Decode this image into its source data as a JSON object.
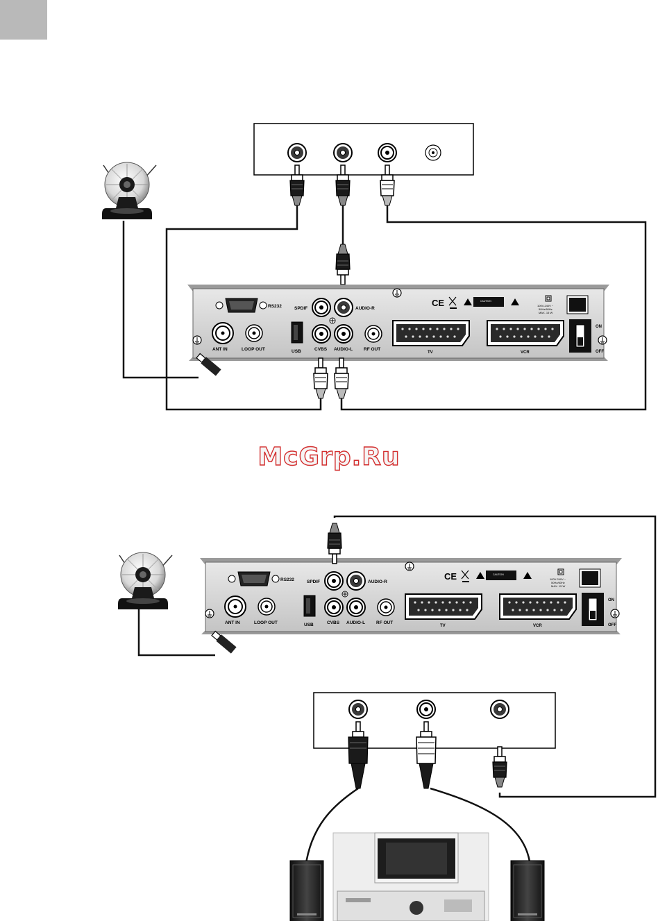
{
  "watermark": "McGrp.Ru",
  "receiver": {
    "rs232": "RS232",
    "spdif": "SPDIF",
    "audio_r": "AUDIO-R",
    "audio_l": "AUDIO-L",
    "cvbs": "CVBS",
    "usb": "USB",
    "ant_in": "ANT  IN",
    "loop_out": "LOOP  OUT",
    "rf_out": "RF OUT",
    "tv": "TV",
    "vcr": "VCR",
    "on": "ON",
    "off": "OFF",
    "ce": "CE",
    "caution": "CAUTION",
    "power": "100V-240V ~",
    "power_freq": "50Hz/60Hz",
    "power_max": "MAX. 15 W"
  },
  "colors": {
    "cable": "#111111",
    "panel": "#d6d6d6",
    "accent_watermark": "#d32f2f",
    "corner_tab": "#b9b9b9"
  }
}
